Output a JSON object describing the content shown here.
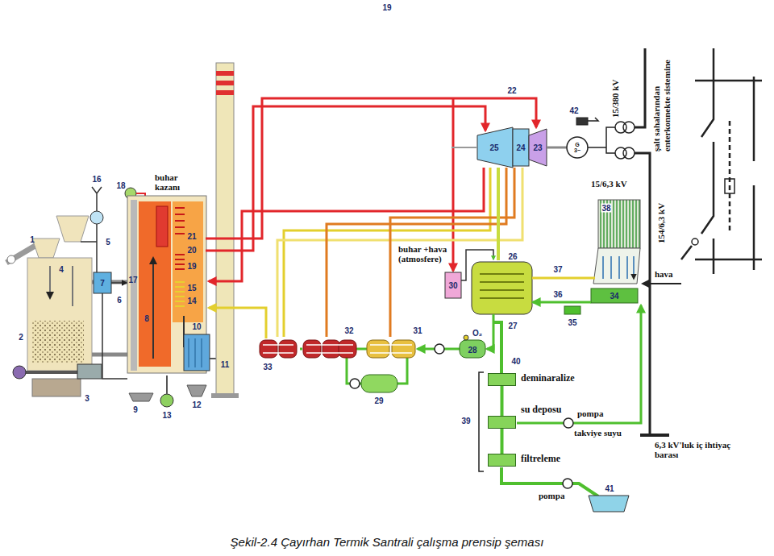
{
  "diagram": {
    "caption": "Şekil-2.4 Çayırhan Termik Santrali çalışma prensip şeması",
    "nodes": [
      {
        "text": [
          "deminaralize"
        ]
      },
      {
        "text": [
          "su deposu"
        ]
      },
      {
        "text": [
          "filtreleme"
        ]
      }
    ],
    "edges": [
      {
        "from": 2,
        "to": 1,
        "arrow": "none"
      },
      {
        "from": 1,
        "to": 0,
        "arrow": "none"
      }
    ],
    "labels": [
      "19",
      "1",
      "2",
      "3",
      "4",
      "5",
      "6",
      "7",
      "8",
      "9",
      "10",
      "11",
      "12",
      "13",
      "14",
      "15",
      "16",
      "17",
      "18",
      "19",
      "20",
      "21",
      "22",
      "23",
      "24",
      "25",
      "26",
      "27",
      "28",
      "29",
      "30",
      "31",
      "32",
      "33",
      "34",
      "35",
      "36",
      "37",
      "38",
      "39",
      "40",
      "41",
      "42",
      "buhar kazanı",
      "buhar +hava (atmosfere)",
      "O₂",
      "pompa",
      "takviye suyu",
      "pompa",
      "hava",
      "15/380 kV",
      "şalt sahalarından enterkonnekte sistemine",
      "15/6,3 kV",
      "154/6,3 kV",
      "6,3 kV'luk iç ihtiyaç barası",
      "G 3~"
    ]
  }
}
